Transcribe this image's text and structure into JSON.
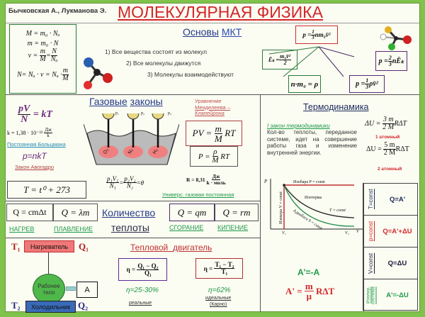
{
  "header": {
    "authors": "Бычковская А., Лукманова Э.",
    "title_1": "МОЛЕКУЛЯРНАЯ",
    "title_2": "ФИЗИКА"
  },
  "mkt": {
    "title_1": "Основы",
    "title_2": "МКТ",
    "postulates": [
      "1) Все вещества состоят из молекул",
      "2) Все молекулы движутся",
      "3) Молекулы взаимодействуют"
    ],
    "left_formulas": {
      "f1": "M = m₀ · Nₐ",
      "f2": "m = m₀ · N",
      "f3_lhs": "ν =",
      "f3_n1": "m",
      "f3_d1": "M",
      "f3_n2": "N",
      "f3_d2": "Nₐ",
      "f4_lhs": "N= Nₐ · ν = Nₐ ·",
      "f4_n": "m",
      "f4_d": "M"
    },
    "p_main": {
      "lhs": "p =",
      "n": "1",
      "d": "3",
      "rhs": "nm₀v̄²"
    },
    "ek": {
      "lhs": "Ēₖ =",
      "n": "m₀v̄²",
      "d": "2"
    },
    "p_ek": {
      "lhs": "p =",
      "n": "2",
      "d": "3",
      "rhs": "nĒₖ"
    },
    "rho": "n·m₀ = ρ",
    "p_rho": {
      "lhs": "p =",
      "n": "1",
      "d": "3",
      "rhs": "ρv̄²"
    }
  },
  "gas": {
    "title_1": "Газовые",
    "title_2": "законы",
    "pvn": {
      "n": "pV",
      "d": "N",
      "rhs": "= kT"
    },
    "k": {
      "lhs": "k = 1,38 · 10⁻²³",
      "n": "Дж",
      "d": "k"
    },
    "boltzmann": "Постоянная Больцмана",
    "pnkt": "p=nkT",
    "avogadro": "Закон Авогадро",
    "temp": "T = t⁰ + 273",
    "vessel": {
      "p_labels": [
        "p₁",
        "p₂",
        "p₃"
      ],
      "gases": [
        "O₂",
        "N₂",
        "H₂"
      ]
    },
    "combined": {
      "n1": "p₁V₁",
      "d1": "N₁",
      "n2": "p₂V₂",
      "d2": "N₂",
      "rhs": "=θ"
    },
    "mendeleev_1": "Уравнение",
    "mendeleev_2": "Менделеева –",
    "mendeleev_3": "Клапейрона",
    "pv": {
      "lhs": "PV =",
      "n": "m",
      "d": "M",
      "rhs": "RT"
    },
    "prho": {
      "lhs": "P =",
      "n": "ρ",
      "d": "M",
      "rhs": "RT"
    },
    "r": {
      "lhs": "R = 8,31",
      "n": "Дж",
      "d": "k · моль"
    },
    "universal": "Универс. газовая  постоянная"
  },
  "heat": {
    "formulas": [
      "Q = cmΔt",
      "Q = λm",
      "Q = qm",
      "Q = rm"
    ],
    "labels": [
      "НАГРЕВ",
      "ПЛАВЛЕНИЕ",
      "СГОРАНИЕ",
      "КИПЕНИЕ"
    ],
    "title_1": "Количество",
    "title_2": "теплоты"
  },
  "engine": {
    "title_1": "Тепловой",
    "title_2": "двигатель",
    "t1": "T₁",
    "heater": "Нагреватель",
    "q1": "Q₁",
    "t2": "T₂",
    "cooler": "Холодильник",
    "q2": "Q₂",
    "body_1": "Рабочее",
    "body_2": "тело",
    "work": "A",
    "eff_real": {
      "lhs": "η =",
      "n": "Q₁ − Q₂",
      "d": "Q₁",
      "value": "η=25-30%",
      "label": "реальные"
    },
    "eff_ideal": {
      "lhs": "η =",
      "n": "T₁ − T₂",
      "d": "T₁",
      "value": "η=62%",
      "label_1": "идеальные",
      "label_2": "(Карно)"
    }
  },
  "thermo": {
    "title": "Термодинамика",
    "law_title": "I закон термодинамики",
    "law_text": "Кол-во теплоты, переданное системе, идет на совершение работы газа и изменение внутренней энергии.",
    "du1": {
      "lhs": "ΔU =",
      "n": "3 m",
      "d": "2 M",
      "rhs": "RΔT",
      "label": "1 атомный"
    },
    "du2": {
      "lhs": "ΔU =",
      "n": "5 m",
      "d": "2 M",
      "rhs": "RΔT",
      "label": "2 атомный"
    },
    "graph": {
      "p_axis": "P",
      "v_axis": "V",
      "v1": "V₁",
      "v2": "V₂",
      "isobar": "Изобара   P = const",
      "isochore": "Изохора   V = const",
      "isotherm": "Изотерма",
      "t_const": "T = const",
      "adiabat": "Адиабата S = const"
    },
    "a_eq": "A'=-A",
    "a_formula": {
      "lhs": "A' =",
      "n": "m",
      "d": "μ",
      "rhs": "RΔT"
    },
    "table": [
      {
        "cond": "T=const",
        "eq": "Q=A'",
        "color": "#1a2a5a"
      },
      {
        "cond": "p=const",
        "eq": "Q=A'+ΔU",
        "color": "#d2262a"
      },
      {
        "cond": "V=const",
        "eq": "Q=ΔU",
        "color": "#1a1a3a"
      },
      {
        "cond": "Изолир. система",
        "eq": "A'=-ΔU",
        "color": "#1e9a4a"
      }
    ]
  }
}
